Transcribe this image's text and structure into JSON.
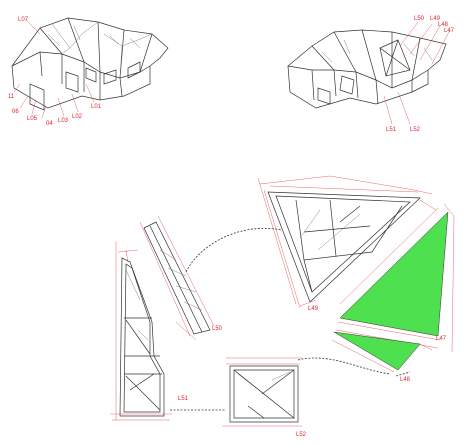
{
  "colors": {
    "label": "#e0242c",
    "line": "#333333",
    "panel_fill": "#4ee04e",
    "background": "#ffffff"
  },
  "house_left": {
    "labels": [
      "L07",
      "11",
      "06",
      "04",
      "L05",
      "L03",
      "L02",
      "L01"
    ]
  },
  "house_right": {
    "labels": [
      "L50",
      "L49",
      "L48",
      "L47",
      "L51",
      "L52"
    ]
  },
  "panels": {
    "labels": [
      "L49",
      "L47",
      "L48",
      "L50",
      "L51",
      "L52"
    ]
  }
}
